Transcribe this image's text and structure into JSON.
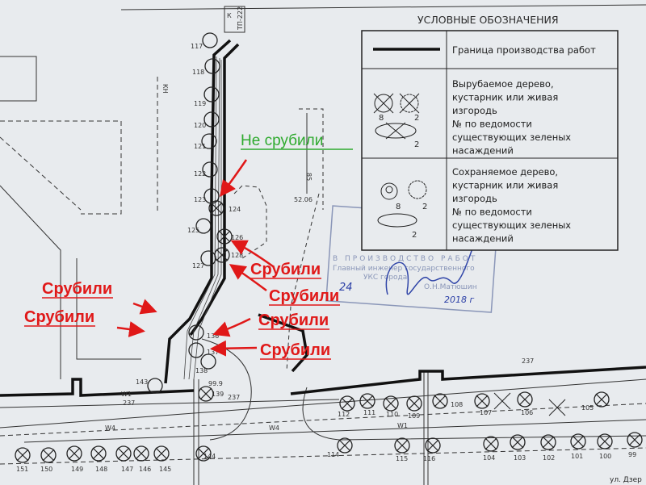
{
  "legend": {
    "title": "УСЛОВНЫЕ ОБОЗНАЧЕНИЯ",
    "boundary_label": "Граница производства работ",
    "felled_lines": [
      "Вырубаемое дерево,",
      "кустарник или живая",
      "изгородь",
      "№ по ведомости",
      "существующих зеленых",
      "насаждений"
    ],
    "kept_lines": [
      "Сохраняемое дерево,",
      "кустарник или живая",
      "изгородь",
      "№ по ведомости",
      "существующих зеленых",
      "насаждений"
    ],
    "symbol_numbers": {
      "tree": "8",
      "shrub": "2",
      "hedge": "2"
    }
  },
  "annotations": {
    "not_cut": "Не срубили",
    "cut": [
      "Срубили",
      "Срубили",
      "Срубили",
      "Срубили",
      "Срубили",
      "Срубили"
    ],
    "colors": {
      "cut": "#e01818",
      "not_cut": "#2eaa2e"
    }
  },
  "plan_labels": {
    "k": "К",
    "substation": "ТП-222",
    "kn": "КН",
    "num_237a": "237",
    "num_237b": "237",
    "num_237c": "237",
    "w4a": "W4",
    "w4b": "W4",
    "w1a": "W1",
    "w1b": "W1",
    "num_999": "99.9",
    "num_5206": "52.06",
    "num_85": "85",
    "street": "ул. Дзер"
  },
  "stamp": {
    "line1": "В ПРОИЗВОДСТВО РАБОТ",
    "line2": "Главный инженер государственного",
    "line3": "УКС города",
    "line4": "О.Н.Матюшин",
    "day": "24",
    "year": "2018 г"
  },
  "trees": {
    "t117": "117",
    "t118": "118",
    "t119": "119",
    "t120": "120",
    "t121": "121",
    "t122": "122",
    "t123": "123",
    "t124": "124",
    "t125": "125",
    "t126": "126",
    "t127": "127",
    "t128": "128",
    "t136": "136",
    "t137": "137",
    "t138": "138",
    "t139": "139",
    "t143": "143",
    "t144": "144",
    "t145": "145",
    "t146": "146",
    "t147": "147",
    "t148": "148",
    "t149": "149",
    "t150": "150",
    "t151": "151",
    "t112": "112",
    "t111": "111",
    "t110": "110",
    "t109": "109",
    "t108": "108",
    "t107": "107",
    "t106": "106",
    "t105": "105",
    "t114": "114",
    "t115": "115",
    "t116": "116",
    "t104": "104",
    "t103": "103",
    "t102": "102",
    "t101": "101",
    "t100": "100",
    "t99": "99"
  }
}
